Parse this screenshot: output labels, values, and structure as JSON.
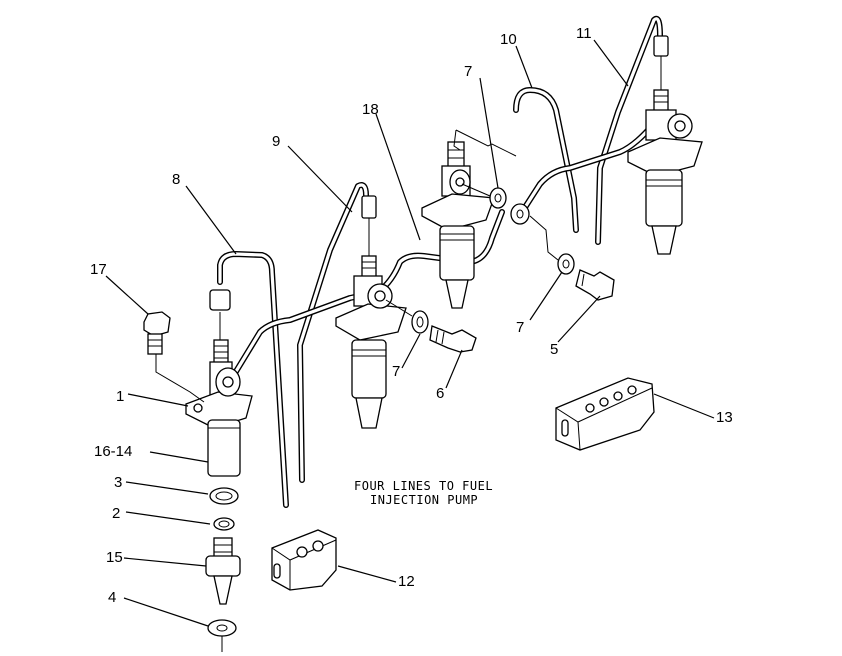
{
  "callouts": {
    "c1": "1",
    "c2": "2",
    "c3": "3",
    "c4": "4",
    "c5": "5",
    "c6": "6",
    "c7a": "7",
    "c7b": "7",
    "c7c": "7",
    "c8": "8",
    "c9": "9",
    "c10": "10",
    "c11": "11",
    "c12": "12",
    "c13": "13",
    "c15": "15",
    "c16_14": "16-14",
    "c17": "17",
    "c18": "18"
  },
  "note": {
    "line1": "FOUR LINES TO FUEL",
    "line2": "INJECTION PUMP"
  }
}
